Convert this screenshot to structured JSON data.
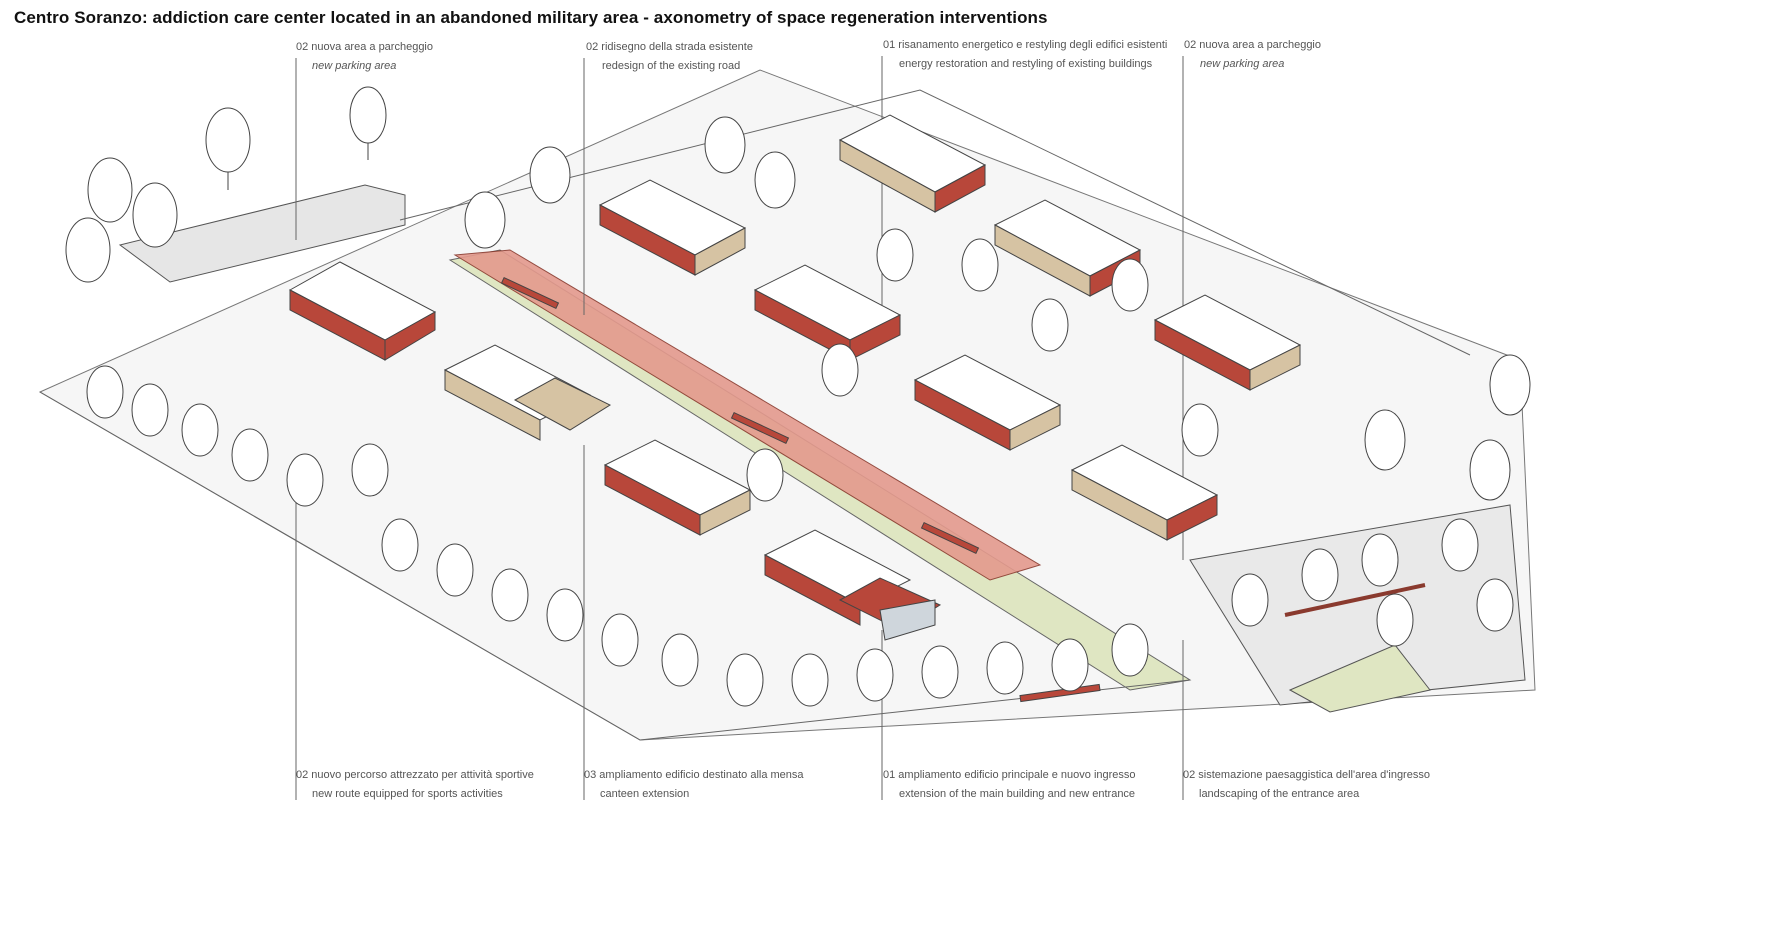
{
  "title": "Centro Soranzo: addiction care center located in an abandoned military area - axonometry of space regeneration interventions",
  "corner_label": "——",
  "colors": {
    "building_red": "#b8473a",
    "building_beige": "#d6c3a3",
    "road_highlight": "#e49a8d",
    "green_strip": "#dfe6c2",
    "ground": "#f0f0f0",
    "line": "#555555"
  },
  "annotations_top": [
    {
      "it": "02 nuova area a parcheggio",
      "en": "new parking area"
    },
    {
      "it": "02 ridisegno della strada esistente",
      "en": "redesign of the existing road"
    },
    {
      "it": "01 risanamento energetico e restyling degli edifici esistenti",
      "en": "energy restoration and restyling of existing buildings"
    },
    {
      "it": "02 nuova area a parcheggio",
      "en": "new parking area"
    }
  ],
  "annotations_bottom": [
    {
      "it": "02 nuovo percorso attrezzato per attività sportive",
      "en": "new route equipped for sports activities"
    },
    {
      "it": "03 ampliamento edificio destinato alla mensa",
      "en": "canteen extension"
    },
    {
      "it": "01 ampliamento edificio principale e nuovo ingresso",
      "en": "extension of the main building and new entrance"
    },
    {
      "it": "02 sistemazione paesaggistica dell'area d'ingresso",
      "en": "landscaping of the entrance area"
    }
  ]
}
